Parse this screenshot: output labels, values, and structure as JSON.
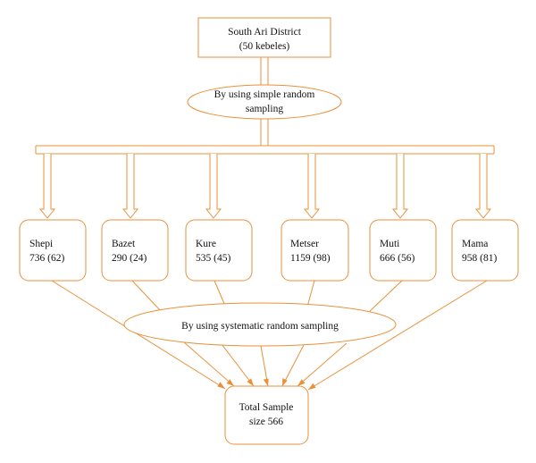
{
  "colors": {
    "line": "#E8913A",
    "text": "#111111",
    "background": "#ffffff"
  },
  "top_box": {
    "line1": "South Ari District",
    "line2": "(50 kebeles)"
  },
  "sampling1": {
    "line1": "By using simple random",
    "line2": "sampling"
  },
  "kebeles": [
    {
      "name": "Shepi",
      "value": "736 (62)"
    },
    {
      "name": "Bazet",
      "value": "290 (24)"
    },
    {
      "name": "Kure",
      "value": "535 (45)"
    },
    {
      "name": "Metser",
      "value": "1159 (98)"
    },
    {
      "name": "Muti",
      "value": "666 (56)"
    },
    {
      "name": "Mama",
      "value": "958 (81)"
    }
  ],
  "sampling2": {
    "label": "By using systematic random sampling"
  },
  "bottom_box": {
    "line1": "Total Sample",
    "line2": "size 566"
  }
}
